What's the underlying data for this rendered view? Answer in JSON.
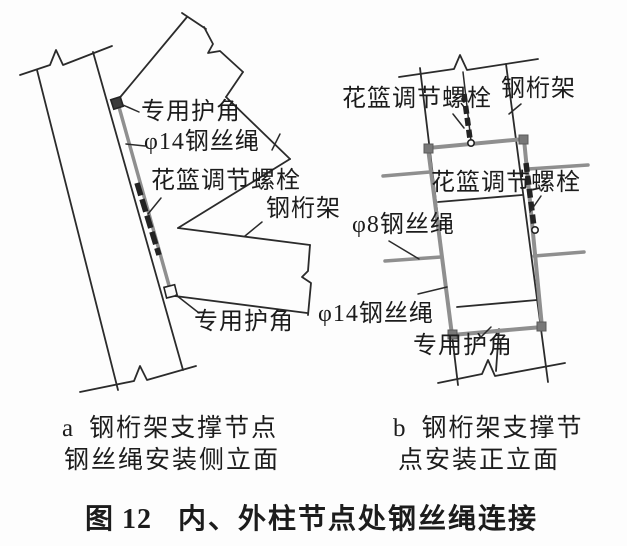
{
  "figure": {
    "caption_prefix": "图 12",
    "caption_title": "内、外柱节点处钢丝绳连接"
  },
  "panel_a": {
    "labels": {
      "corner_guard_top": "专用护角",
      "wire_rope_14": "φ14钢丝绳",
      "turnbuckle_bolt": "花篮调节螺栓",
      "steel_truss": "钢桁架",
      "corner_guard_bottom": "专用护角"
    },
    "caption": {
      "letter": "a",
      "line1": "钢桁架支撑节点",
      "line2": "钢丝绳安装侧立面"
    }
  },
  "panel_b": {
    "labels": {
      "turnbuckle_bolt_top": "花篮调节螺栓",
      "steel_truss": "钢桁架",
      "turnbuckle_bolt_mid": "花篮调节螺栓",
      "wire_rope_8": "φ8钢丝绳",
      "wire_rope_14": "φ14钢丝绳",
      "corner_guard": "专用护角"
    },
    "caption": {
      "letter": "b",
      "line1": "钢桁架支撑节",
      "line2": "点安装正立面"
    }
  },
  "colors": {
    "line": "#2b2b2b",
    "rope": "#8f8f8f",
    "background": "#fdfdfd"
  }
}
